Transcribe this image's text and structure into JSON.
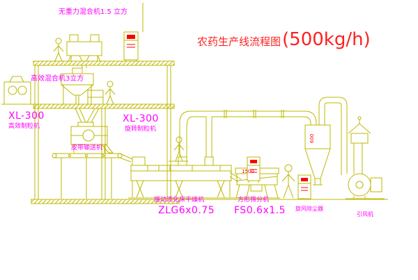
{
  "title": {
    "main": "农药生产线流程图",
    "capacity": "(500kg/h)"
  },
  "labels": {
    "top_mixer": "无重力混合机1.5 立方",
    "second_mixer": "高效混合机3立方",
    "left_granulator_model": "XL-300",
    "left_granulator_name": "高效制粒机",
    "center_granulator_model": "XL-300",
    "center_granulator_name": "旋转制粒机",
    "belt_conveyor": "皮带输送机",
    "dryer_name": "振动流化床干燥机",
    "dryer_model": "ZLG6x0.75",
    "sieve_name": "方形筛分机",
    "sieve_model": "FS0.6x1.5",
    "cyclone_name": "旋风除尘器",
    "fan_name": "引风机"
  },
  "annotations": {
    "dim_sieve": "1500",
    "dim_cyclone": "600"
  },
  "colors": {
    "line": "#bdb800",
    "label": "#ff00ff",
    "annotation": "#ff0000",
    "title": "#ff2020",
    "background": "#ffffff"
  }
}
